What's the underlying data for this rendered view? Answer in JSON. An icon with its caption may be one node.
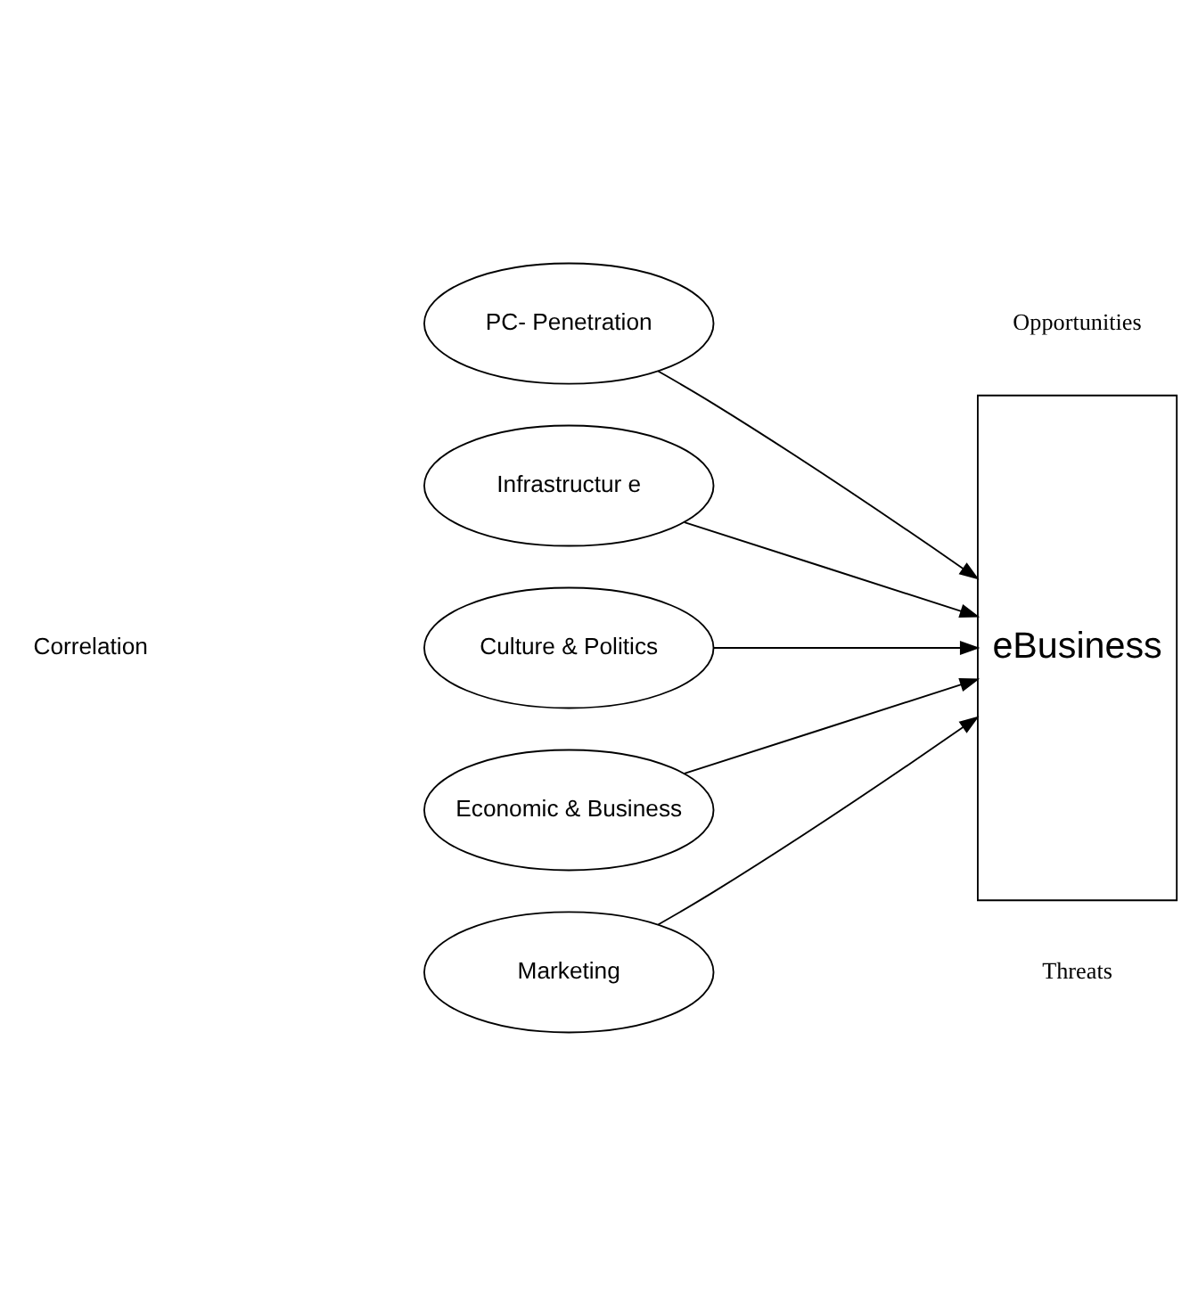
{
  "diagram": {
    "nodes": [
      {
        "text": [
          "PC- Penetration"
        ]
      },
      {
        "text": [
          "Infrastructur e"
        ]
      },
      {
        "text": [
          "Culture & Politics"
        ]
      },
      {
        "text": [
          "Economic & Business"
        ]
      },
      {
        "text": [
          "Marketing"
        ]
      },
      {
        "text": [
          "eBusiness"
        ]
      }
    ],
    "edges": [
      {
        "from": 0,
        "to": 5,
        "arrow": "to"
      },
      {
        "from": 1,
        "to": 5,
        "arrow": "to"
      },
      {
        "from": 2,
        "to": 5,
        "arrow": "to"
      },
      {
        "from": 3,
        "to": 5,
        "arrow": "to"
      },
      {
        "from": 4,
        "to": 5,
        "arrow": "to"
      }
    ],
    "labels": [
      "Opportunities",
      "Correlation",
      "Threats"
    ]
  }
}
